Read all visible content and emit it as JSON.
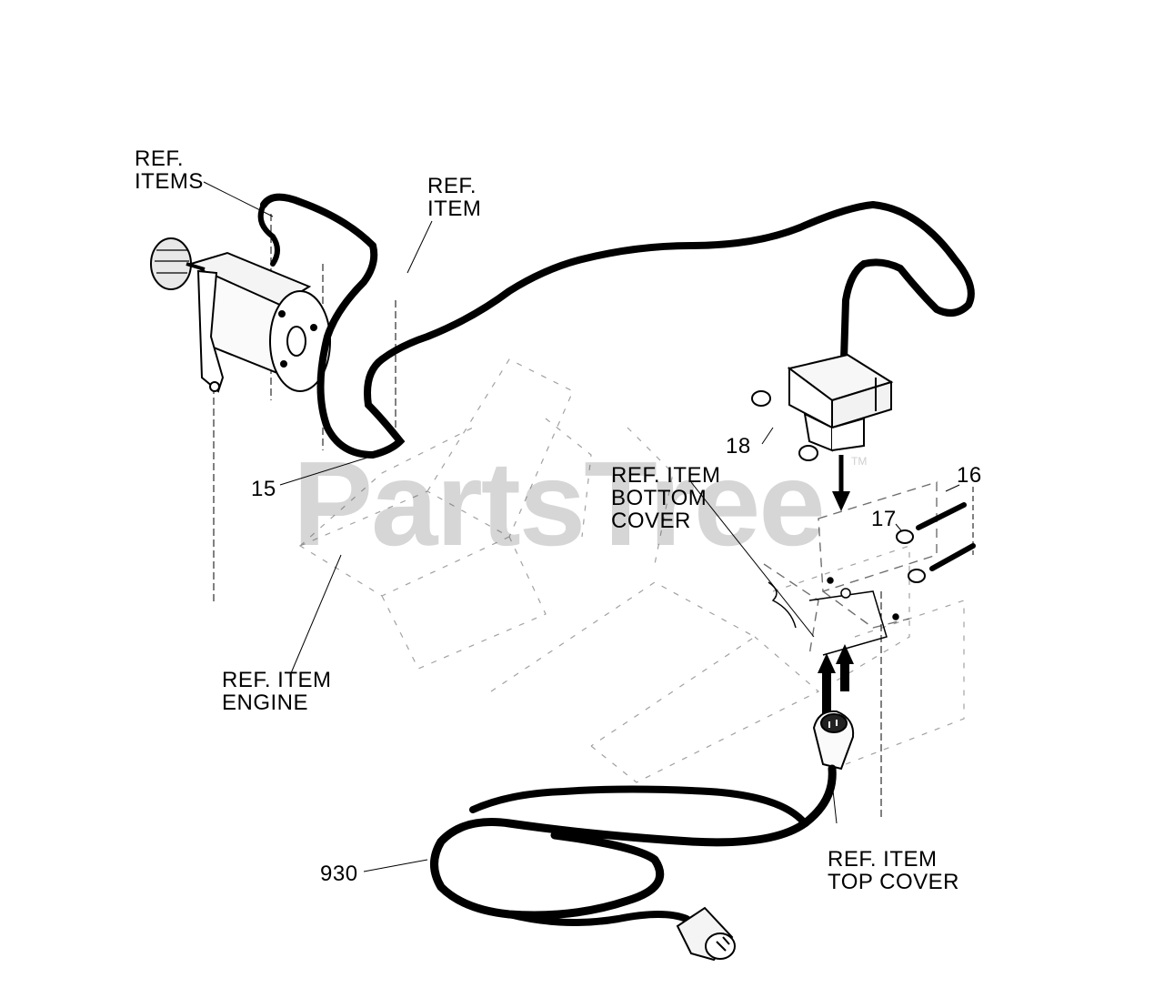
{
  "watermark": {
    "brand": "PartsTree",
    "trademark": "TM"
  },
  "labels": {
    "ref_items": [
      "REF.",
      "ITEMS"
    ],
    "ref_item": [
      "REF.",
      "ITEM"
    ],
    "part_15": "15",
    "part_18": "18",
    "part_16": "16",
    "part_17": "17",
    "ref_bottom_cover": [
      "REF. ITEM",
      "BOTTOM",
      "COVER"
    ],
    "ref_engine": [
      "REF. ITEM",
      "ENGINE"
    ],
    "part_930": "930",
    "ref_top_cover": [
      "REF. ITEM",
      "TOP COVER"
    ]
  }
}
